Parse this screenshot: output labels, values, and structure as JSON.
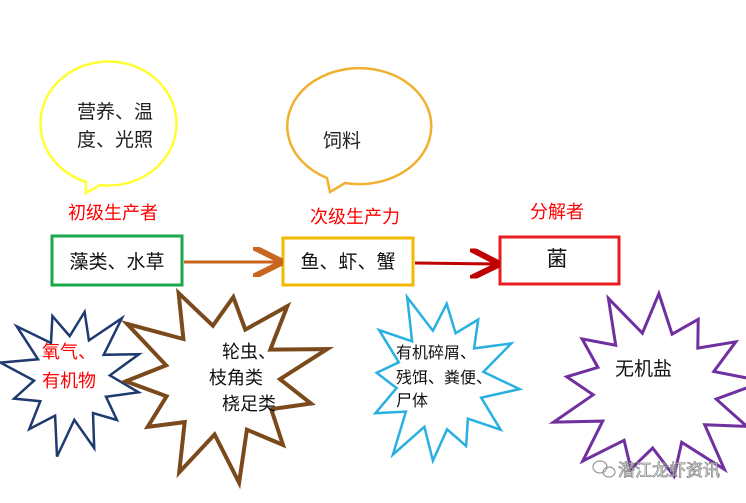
{
  "bubbles": [
    {
      "lines": [
        "营养、温",
        "度、光照"
      ],
      "color": "#ffff33"
    },
    {
      "lines": [
        "饲料"
      ],
      "color": "#f0b030"
    }
  ],
  "labels": {
    "producer": "初级生产者",
    "secondary": "次级生产力",
    "decomposer": "分解者"
  },
  "boxes": {
    "producer": {
      "text": "藻类、水草",
      "color": "#1aa84a"
    },
    "secondary": {
      "text": "鱼、虾、蟹",
      "color": "#f5b800"
    },
    "decomposer": {
      "text": "菌",
      "color": "#e81c1c"
    }
  },
  "arrows": {
    "first": "#c8651e",
    "second": "#c00000"
  },
  "stars": [
    {
      "lines": [
        "氧气、",
        "有机物"
      ],
      "color": "#1f3a6e",
      "text_color": "#ff0000"
    },
    {
      "lines": [
        "轮虫、",
        "枝角类",
        "桡足类"
      ],
      "color": "#7b4a1c",
      "text_color": "#111111"
    },
    {
      "lines": [
        "有机碎屑、",
        "残饵、粪便、",
        "尸体"
      ],
      "color": "#29b0e0",
      "text_color": "#111111"
    },
    {
      "lines": [
        "无机盐"
      ],
      "color": "#7030a0",
      "text_color": "#111111"
    }
  ],
  "watermark": "潜江龙虾资讯",
  "label_color": "#ff0000"
}
